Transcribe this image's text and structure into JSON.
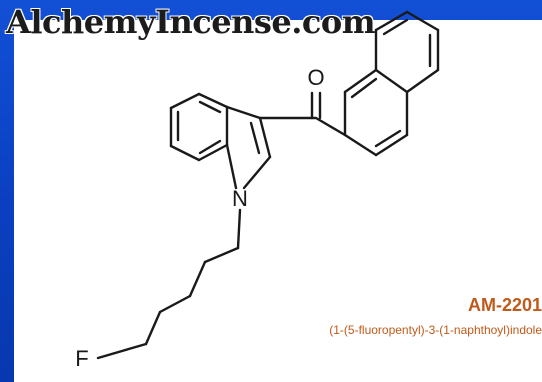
{
  "site": {
    "title": "AlchemyIncense.com"
  },
  "molecule": {
    "atoms": {
      "oxygen": "O",
      "nitrogen": "N",
      "fluorine": "F"
    }
  },
  "compound": {
    "name": "AM-2201",
    "iupac": "(1-(5-fluoropentyl)-3-(1-naphthoyl)indole"
  },
  "colors": {
    "background_blue": "#0a3fbf",
    "label_orange": "#c05a1a",
    "bond_black": "#1a1a1a"
  }
}
